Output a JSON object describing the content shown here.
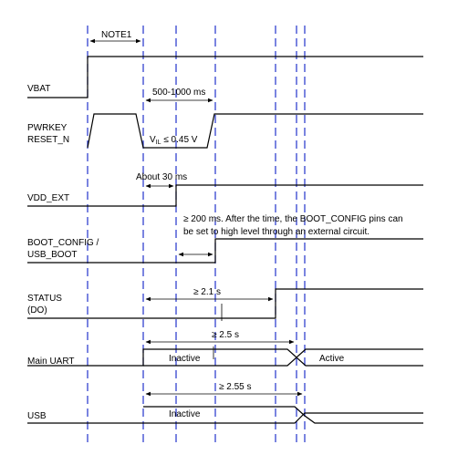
{
  "signals": {
    "vbat": "VBAT",
    "pwrkey_line1": "PWRKEY",
    "pwrkey_line2": "RESET_N",
    "vdd_ext": "VDD_EXT",
    "boot_line1": "BOOT_CONFIG /",
    "boot_line2": "USB_BOOT",
    "status_line1": "STATUS",
    "status_line2": "(DO)",
    "main_uart": "Main UART",
    "usb": "USB"
  },
  "annotations": {
    "note1": "NOTE1",
    "pulse": "500-1000 ms",
    "vil": "V",
    "vil_sub": "IL",
    "vil_value": " ≤ 0.45 V",
    "about30": "About 30 ms",
    "boot_note_line1": "≥ 200 ms. After the time, the BOOT_CONFIG pins can",
    "boot_note_line2": "be set to high level through an external circuit.",
    "status_time": "≥ 2.1 s",
    "uart_time": "≥ 2.5 s",
    "usb_time": "≥ 2.55 s",
    "uart_inactive": "Inactive",
    "uart_active": "Active",
    "usb_inactive": "Inactive"
  },
  "colors": {
    "signal": "#000000",
    "guide": "#2233cc"
  }
}
